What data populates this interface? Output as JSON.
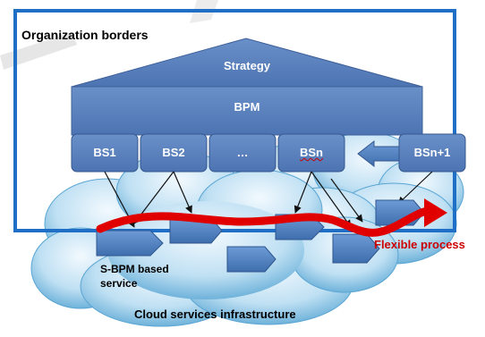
{
  "organization_borders": "Organization borders",
  "strategy": "Strategy",
  "bpm": "BPM",
  "business_services": [
    "BS1",
    "BS2",
    "…",
    "BSn",
    "BSn+1"
  ],
  "flexible_process": "Flexible process",
  "sbpm_service": [
    "S-BPM based",
    "service"
  ],
  "cloud_label": "Cloud services infrastructure",
  "colors": {
    "border": "#1f6fc7",
    "box_fill": "#5b82bf",
    "box_stroke": "#3d5f99",
    "process_arrow": "#e00000",
    "flexible_text": "#cc0000",
    "cloud_light": "#e4f2fb",
    "cloud_dark": "#4d9fd0"
  }
}
